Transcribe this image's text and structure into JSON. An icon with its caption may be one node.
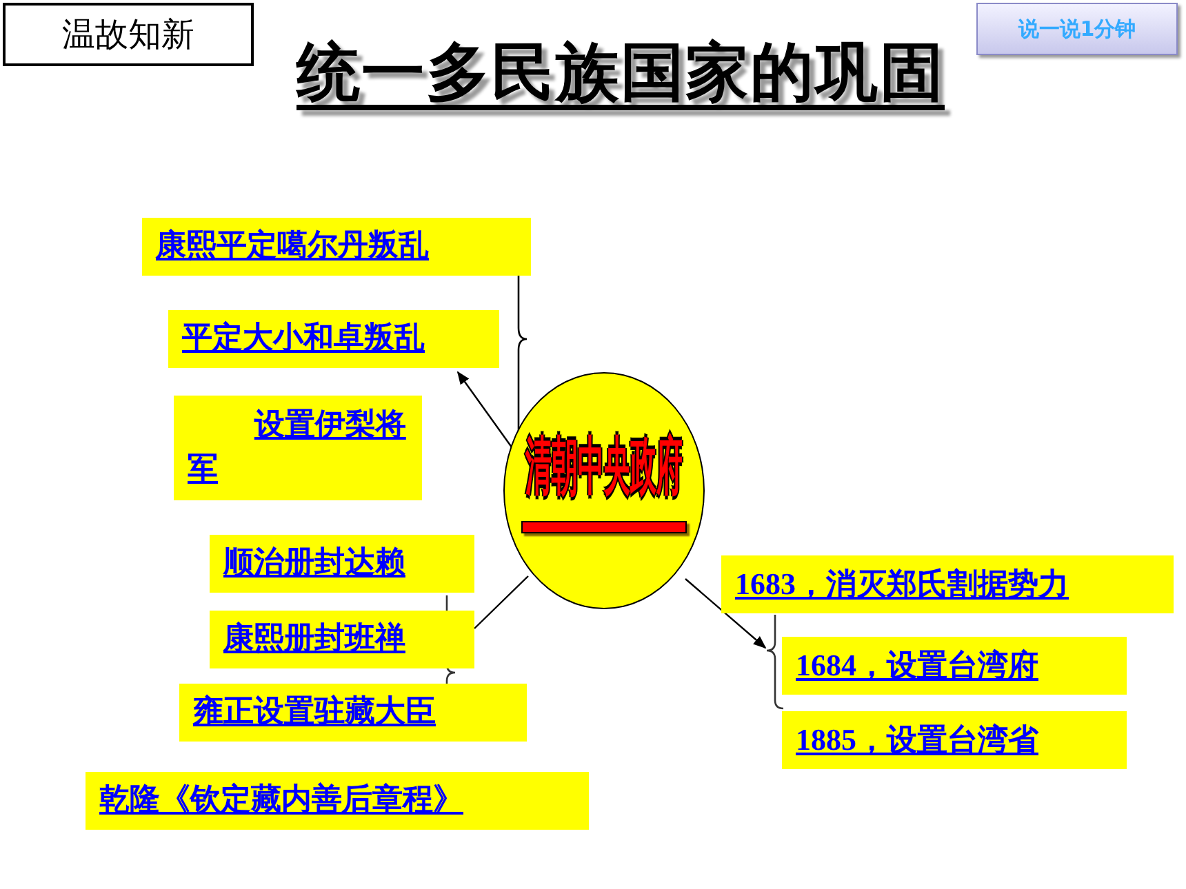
{
  "diagram": {
    "title": "统一多民族国家的巩固",
    "nodes": [
      {
        "text": [
          "清朝中央政府"
        ]
      },
      {
        "text": [
          "康熙平定噶尔丹叛乱"
        ]
      },
      {
        "text": [
          "平定大小和卓叛乱"
        ]
      },
      {
        "text": [
          "设置伊梨将军"
        ]
      },
      {
        "text": [
          "顺治册封达赖"
        ]
      },
      {
        "text": [
          "康熙册封班禅"
        ]
      },
      {
        "text": [
          "雍正设置驻藏大臣"
        ]
      },
      {
        "text": [
          "1683，消灭郑氏割据势力"
        ]
      },
      {
        "text": [
          "1684，设置台湾府"
        ]
      },
      {
        "text": [
          "1885，设置台湾省"
        ]
      },
      {
        "text": [
          "乾隆《钦定藏内善后章程》"
        ]
      },
      {
        "text": [
          "温故知新"
        ]
      },
      {
        "text": [
          "说一说1分钟"
        ]
      }
    ],
    "edges": [
      {
        "from": 0,
        "to": 2,
        "arrow": "to"
      },
      {
        "from": 0,
        "to": 5,
        "arrow": "none"
      },
      {
        "from": 0,
        "to": 8,
        "arrow": "to"
      }
    ]
  }
}
